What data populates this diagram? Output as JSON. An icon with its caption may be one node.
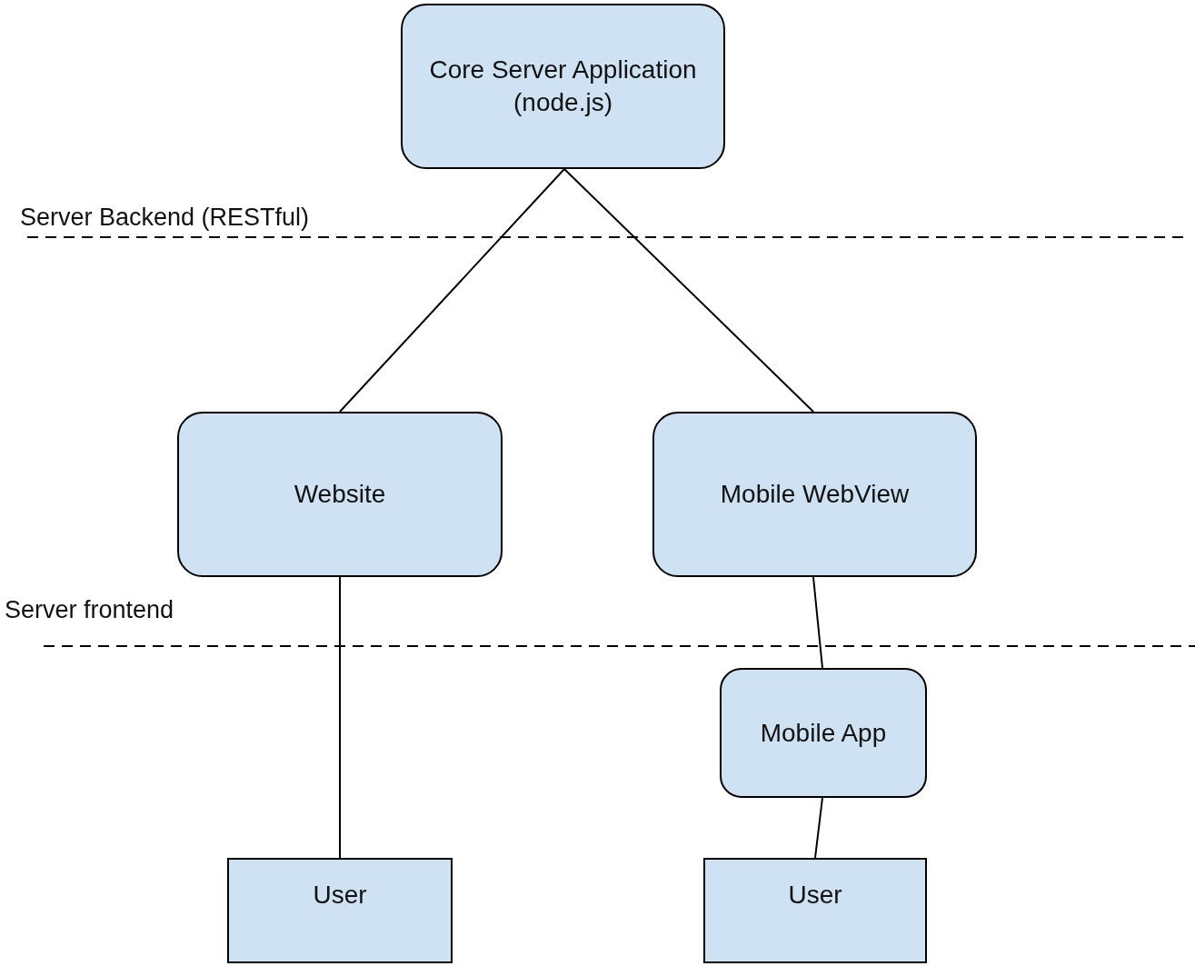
{
  "diagram": {
    "nodes": [
      {
        "text": [
          "Core Server Application (node.js)"
        ]
      },
      {
        "text": [
          "Website"
        ]
      },
      {
        "text": [
          "Mobile WebView"
        ]
      },
      {
        "text": [
          "Mobile App"
        ]
      },
      {
        "text": [
          "User"
        ]
      },
      {
        "text": [
          "User"
        ]
      }
    ],
    "edges": [
      {
        "from": 0,
        "to": 1,
        "arrow": "none"
      },
      {
        "from": 0,
        "to": 2,
        "arrow": "none"
      },
      {
        "from": 1,
        "to": 4,
        "arrow": "none"
      },
      {
        "from": 2,
        "to": 3,
        "arrow": "none"
      },
      {
        "from": 3,
        "to": 5,
        "arrow": "none"
      }
    ],
    "labels": [
      "Server Backend (RESTful)",
      "Server frontend"
    ]
  }
}
